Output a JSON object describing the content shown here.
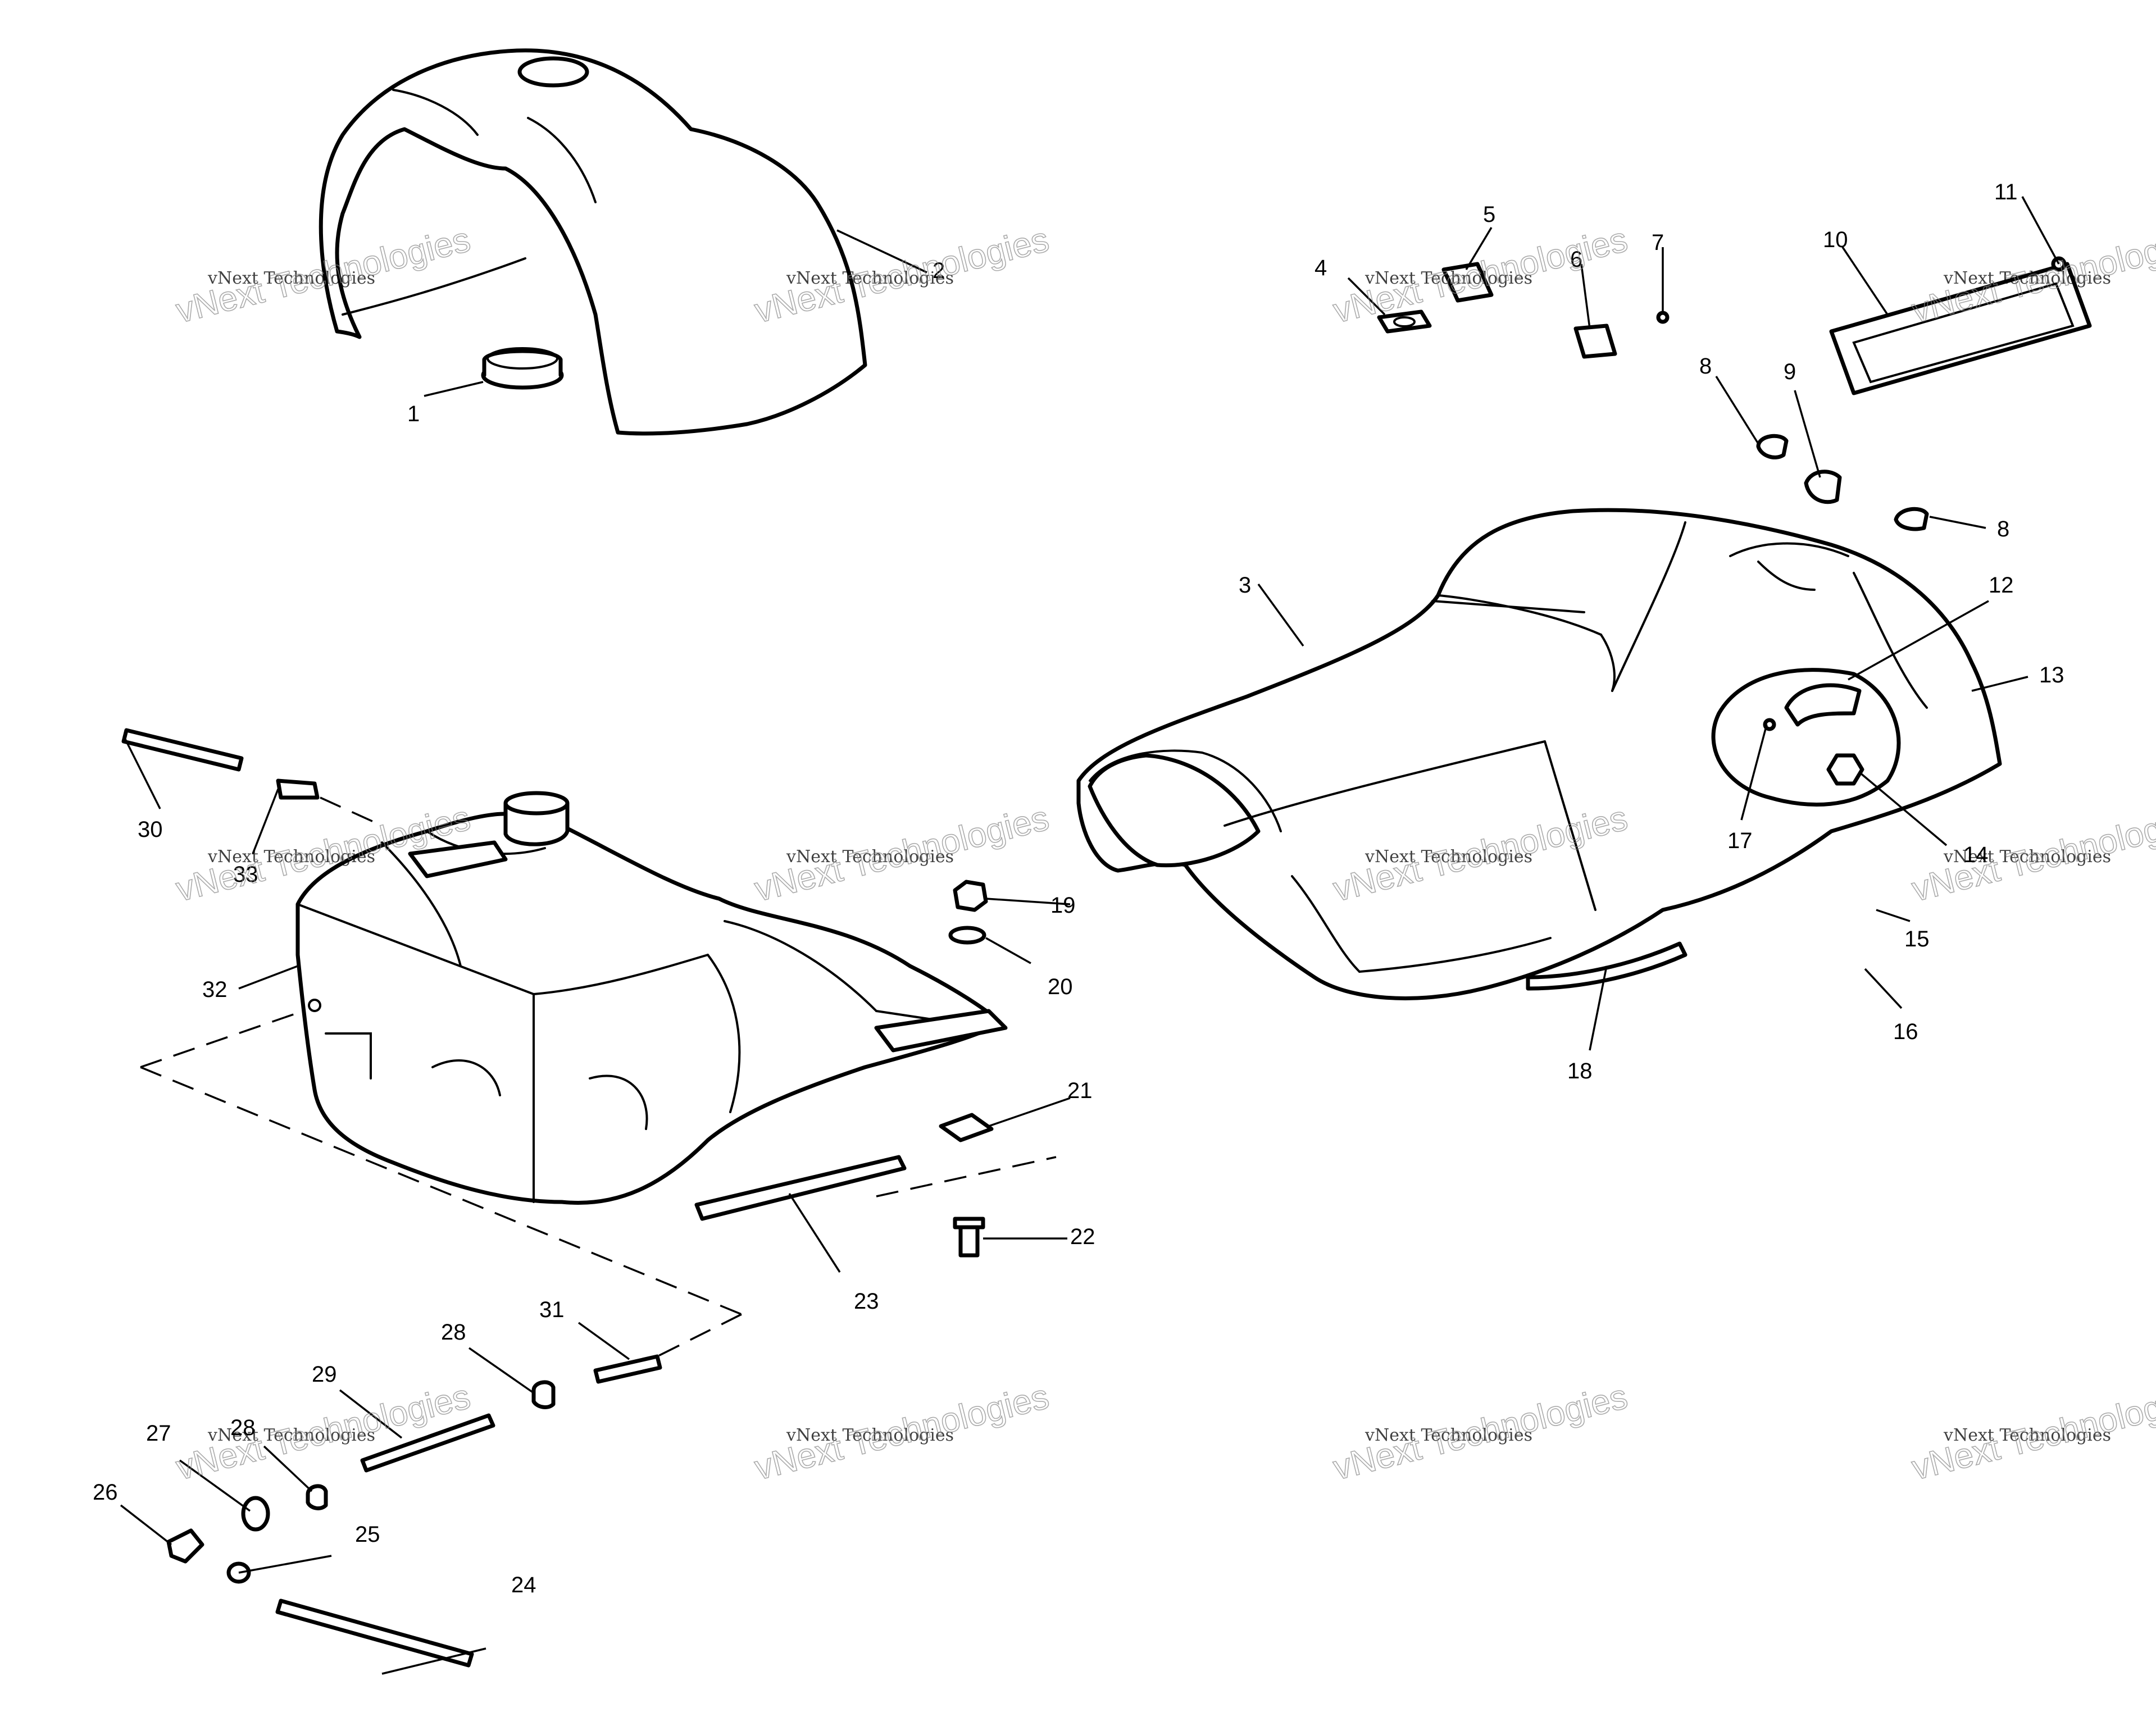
{
  "callouts": {
    "c1": "1",
    "c2": "2",
    "c3": "3",
    "c4": "4",
    "c5": "5",
    "c6": "6",
    "c7": "7",
    "c8a": "8",
    "c8b": "8",
    "c9": "9",
    "c10": "10",
    "c11": "11",
    "c12": "12",
    "c13": "13",
    "c14": "14",
    "c15": "15",
    "c16": "16",
    "c17": "17",
    "c18": "18",
    "c19": "19",
    "c20": "20",
    "c21": "21",
    "c22": "22",
    "c23": "23",
    "c24": "24",
    "c25": "25",
    "c26": "26",
    "c27": "27",
    "c28a": "28",
    "c28b": "28",
    "c29": "29",
    "c30": "30",
    "c31": "31",
    "c32": "32",
    "c33": "33"
  },
  "watermark": {
    "small": "vNext Technologies",
    "big": "vNext Technologies"
  }
}
